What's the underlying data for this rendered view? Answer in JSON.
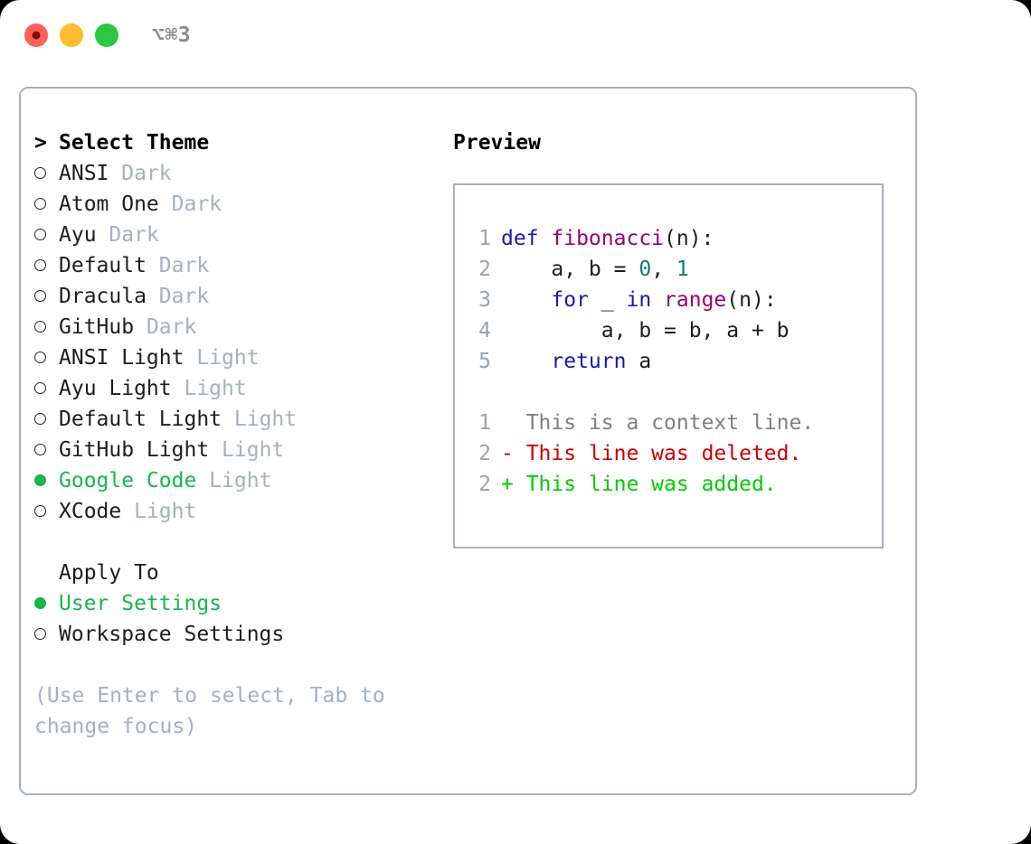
{
  "window": {
    "traffic_lights": [
      "close-red",
      "minimize-yellow",
      "maximize-green"
    ],
    "shortcut_label": "⌥⌘3"
  },
  "left_panel": {
    "header_marker": ">",
    "header_label": "Select Theme",
    "themes": [
      {
        "name": "ANSI",
        "tag": "Dark",
        "selected": false
      },
      {
        "name": "Atom One",
        "tag": "Dark",
        "selected": false
      },
      {
        "name": "Ayu",
        "tag": "Dark",
        "selected": false
      },
      {
        "name": "Default",
        "tag": "Dark",
        "selected": false
      },
      {
        "name": "Dracula",
        "tag": "Dark",
        "selected": false
      },
      {
        "name": "GitHub",
        "tag": "Dark",
        "selected": false
      },
      {
        "name": "ANSI Light",
        "tag": "Light",
        "selected": false
      },
      {
        "name": "Ayu Light",
        "tag": "Light",
        "selected": false
      },
      {
        "name": "Default Light",
        "tag": "Light",
        "selected": false
      },
      {
        "name": "GitHub Light",
        "tag": "Light",
        "selected": false
      },
      {
        "name": "Google Code",
        "tag": "Light",
        "selected": true
      },
      {
        "name": "XCode",
        "tag": "Light",
        "selected": false
      }
    ],
    "apply_to": {
      "title": "Apply To",
      "options": [
        {
          "name": "User Settings",
          "selected": true
        },
        {
          "name": "Workspace Settings",
          "selected": false
        }
      ]
    },
    "hint": "(Use Enter to select, Tab to change focus)"
  },
  "preview": {
    "title": "Preview",
    "code_lines": [
      {
        "lineno": "1",
        "tokens": [
          {
            "t": "def ",
            "k": "kw"
          },
          {
            "t": "fibonacci",
            "k": "fn"
          },
          {
            "t": "(n):",
            "k": "pl"
          }
        ]
      },
      {
        "lineno": "2",
        "tokens": [
          {
            "t": "    a, b = ",
            "k": "pl"
          },
          {
            "t": "0",
            "k": "num"
          },
          {
            "t": ", ",
            "k": "pl"
          },
          {
            "t": "1",
            "k": "num"
          }
        ]
      },
      {
        "lineno": "3",
        "tokens": [
          {
            "t": "    ",
            "k": "pl"
          },
          {
            "t": "for",
            "k": "kw"
          },
          {
            "t": " _ ",
            "k": "pl"
          },
          {
            "t": "in",
            "k": "kw"
          },
          {
            "t": " ",
            "k": "pl"
          },
          {
            "t": "range",
            "k": "fn"
          },
          {
            "t": "(n):",
            "k": "pl"
          }
        ]
      },
      {
        "lineno": "4",
        "tokens": [
          {
            "t": "        a, b = b, a + b",
            "k": "pl"
          }
        ]
      },
      {
        "lineno": "5",
        "tokens": [
          {
            "t": "    ",
            "k": "pl"
          },
          {
            "t": "return",
            "k": "kw"
          },
          {
            "t": " a",
            "k": "pl"
          }
        ]
      }
    ],
    "diff_lines": [
      {
        "lineno": "1",
        "sign": " ",
        "text": " This is a context line.",
        "kind": "ctx"
      },
      {
        "lineno": "2",
        "sign": "-",
        "text": " This line was deleted.",
        "kind": "del"
      },
      {
        "lineno": "2",
        "sign": "+",
        "text": " This line was added.",
        "kind": "add"
      }
    ]
  },
  "colors": {
    "accent_green": "#16b74a",
    "muted_gray": "#a6b0c0",
    "keyword": "#1a1aa6",
    "function": "#990073",
    "number": "#0b7a75",
    "diff_deleted": "#cc0000",
    "diff_added": "#00cc00"
  }
}
